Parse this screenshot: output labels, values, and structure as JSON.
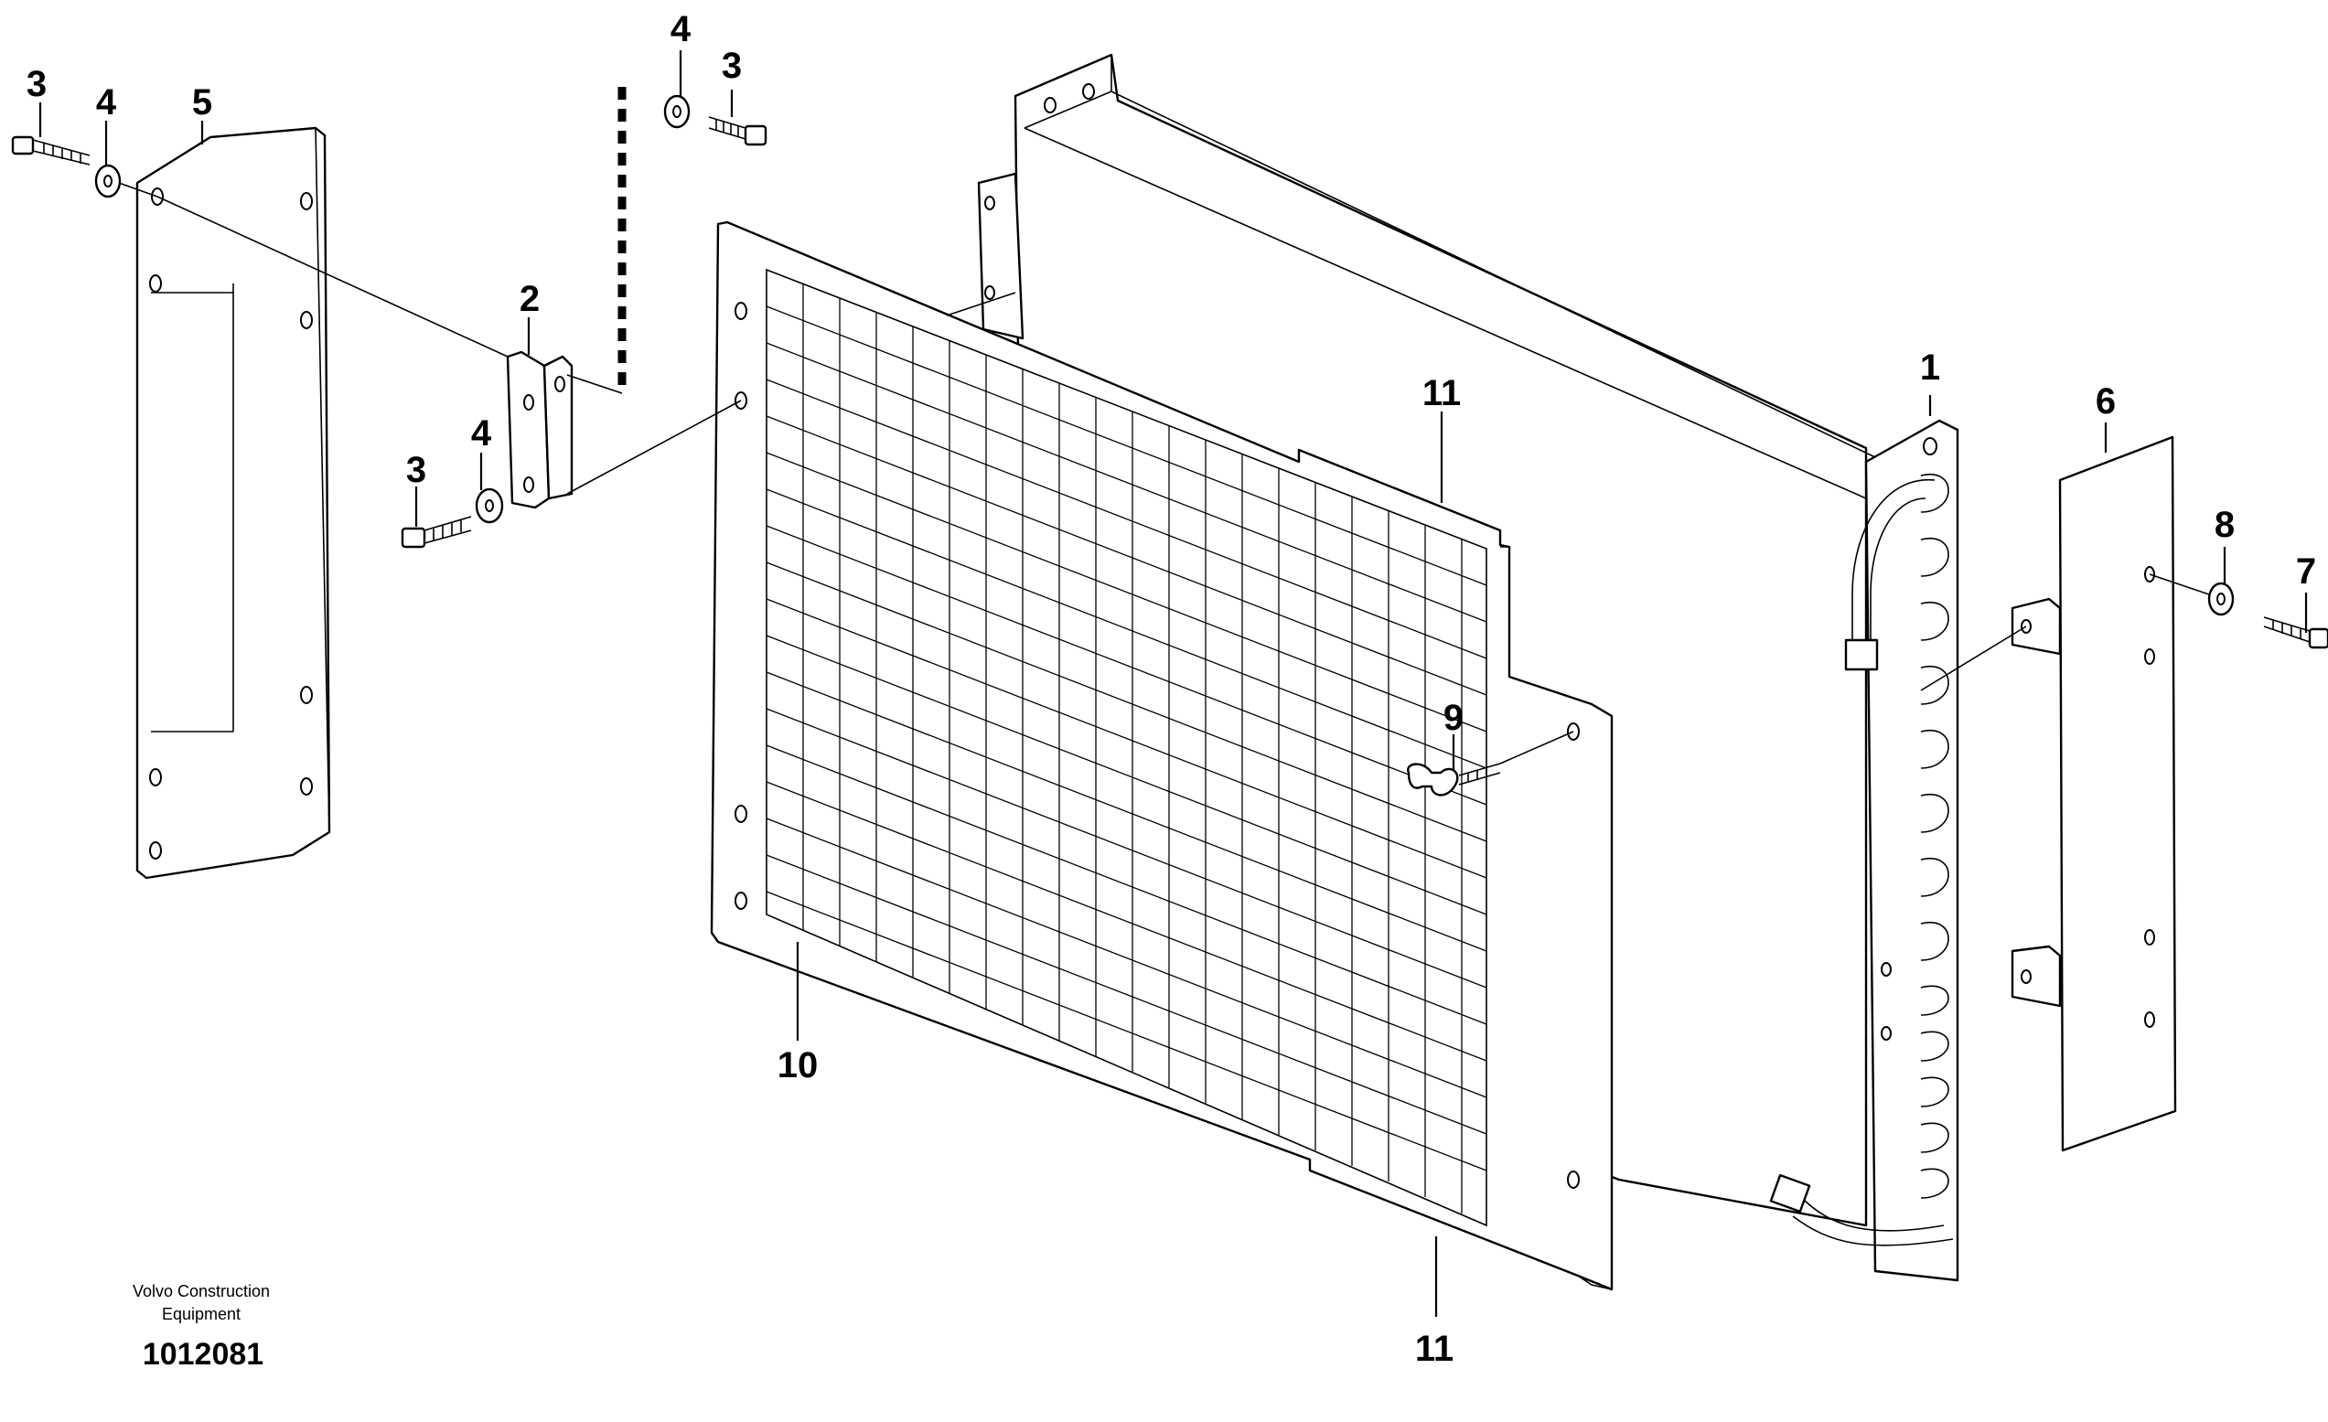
{
  "diagram": {
    "publisher_line1": "Volvo Construction",
    "publisher_line2": "Equipment",
    "document_number": "1012081",
    "callouts": [
      {
        "id": "c1",
        "label": "1"
      },
      {
        "id": "c2",
        "label": "2"
      },
      {
        "id": "c3a",
        "label": "3"
      },
      {
        "id": "c3b",
        "label": "3"
      },
      {
        "id": "c3c",
        "label": "3"
      },
      {
        "id": "c4a",
        "label": "4"
      },
      {
        "id": "c4b",
        "label": "4"
      },
      {
        "id": "c4c",
        "label": "4"
      },
      {
        "id": "c5",
        "label": "5"
      },
      {
        "id": "c6",
        "label": "6"
      },
      {
        "id": "c7",
        "label": "7"
      },
      {
        "id": "c8",
        "label": "8"
      },
      {
        "id": "c9",
        "label": "9"
      },
      {
        "id": "c10",
        "label": "10"
      },
      {
        "id": "c11a",
        "label": "11"
      },
      {
        "id": "c11b",
        "label": "11"
      }
    ]
  }
}
